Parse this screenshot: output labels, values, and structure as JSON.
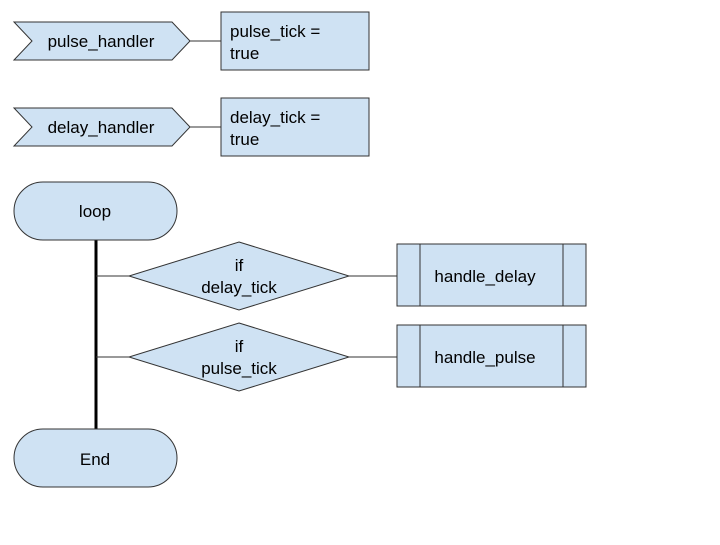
{
  "colors": {
    "fill": "#cfe2f3",
    "stroke": "#333333",
    "spine": "#000000"
  },
  "handlers": [
    {
      "name": "pulse_handler",
      "action_line1": "pulse_tick =",
      "action_line2": "true"
    },
    {
      "name": "delay_handler",
      "action_line1": "delay_tick =",
      "action_line2": "true"
    }
  ],
  "loop": {
    "start_label": "loop",
    "end_label": "End",
    "decisions": [
      {
        "line1": "if",
        "line2": "delay_tick",
        "action": "handle_delay"
      },
      {
        "line1": "if",
        "line2": "pulse_tick",
        "action": "handle_pulse"
      }
    ]
  }
}
